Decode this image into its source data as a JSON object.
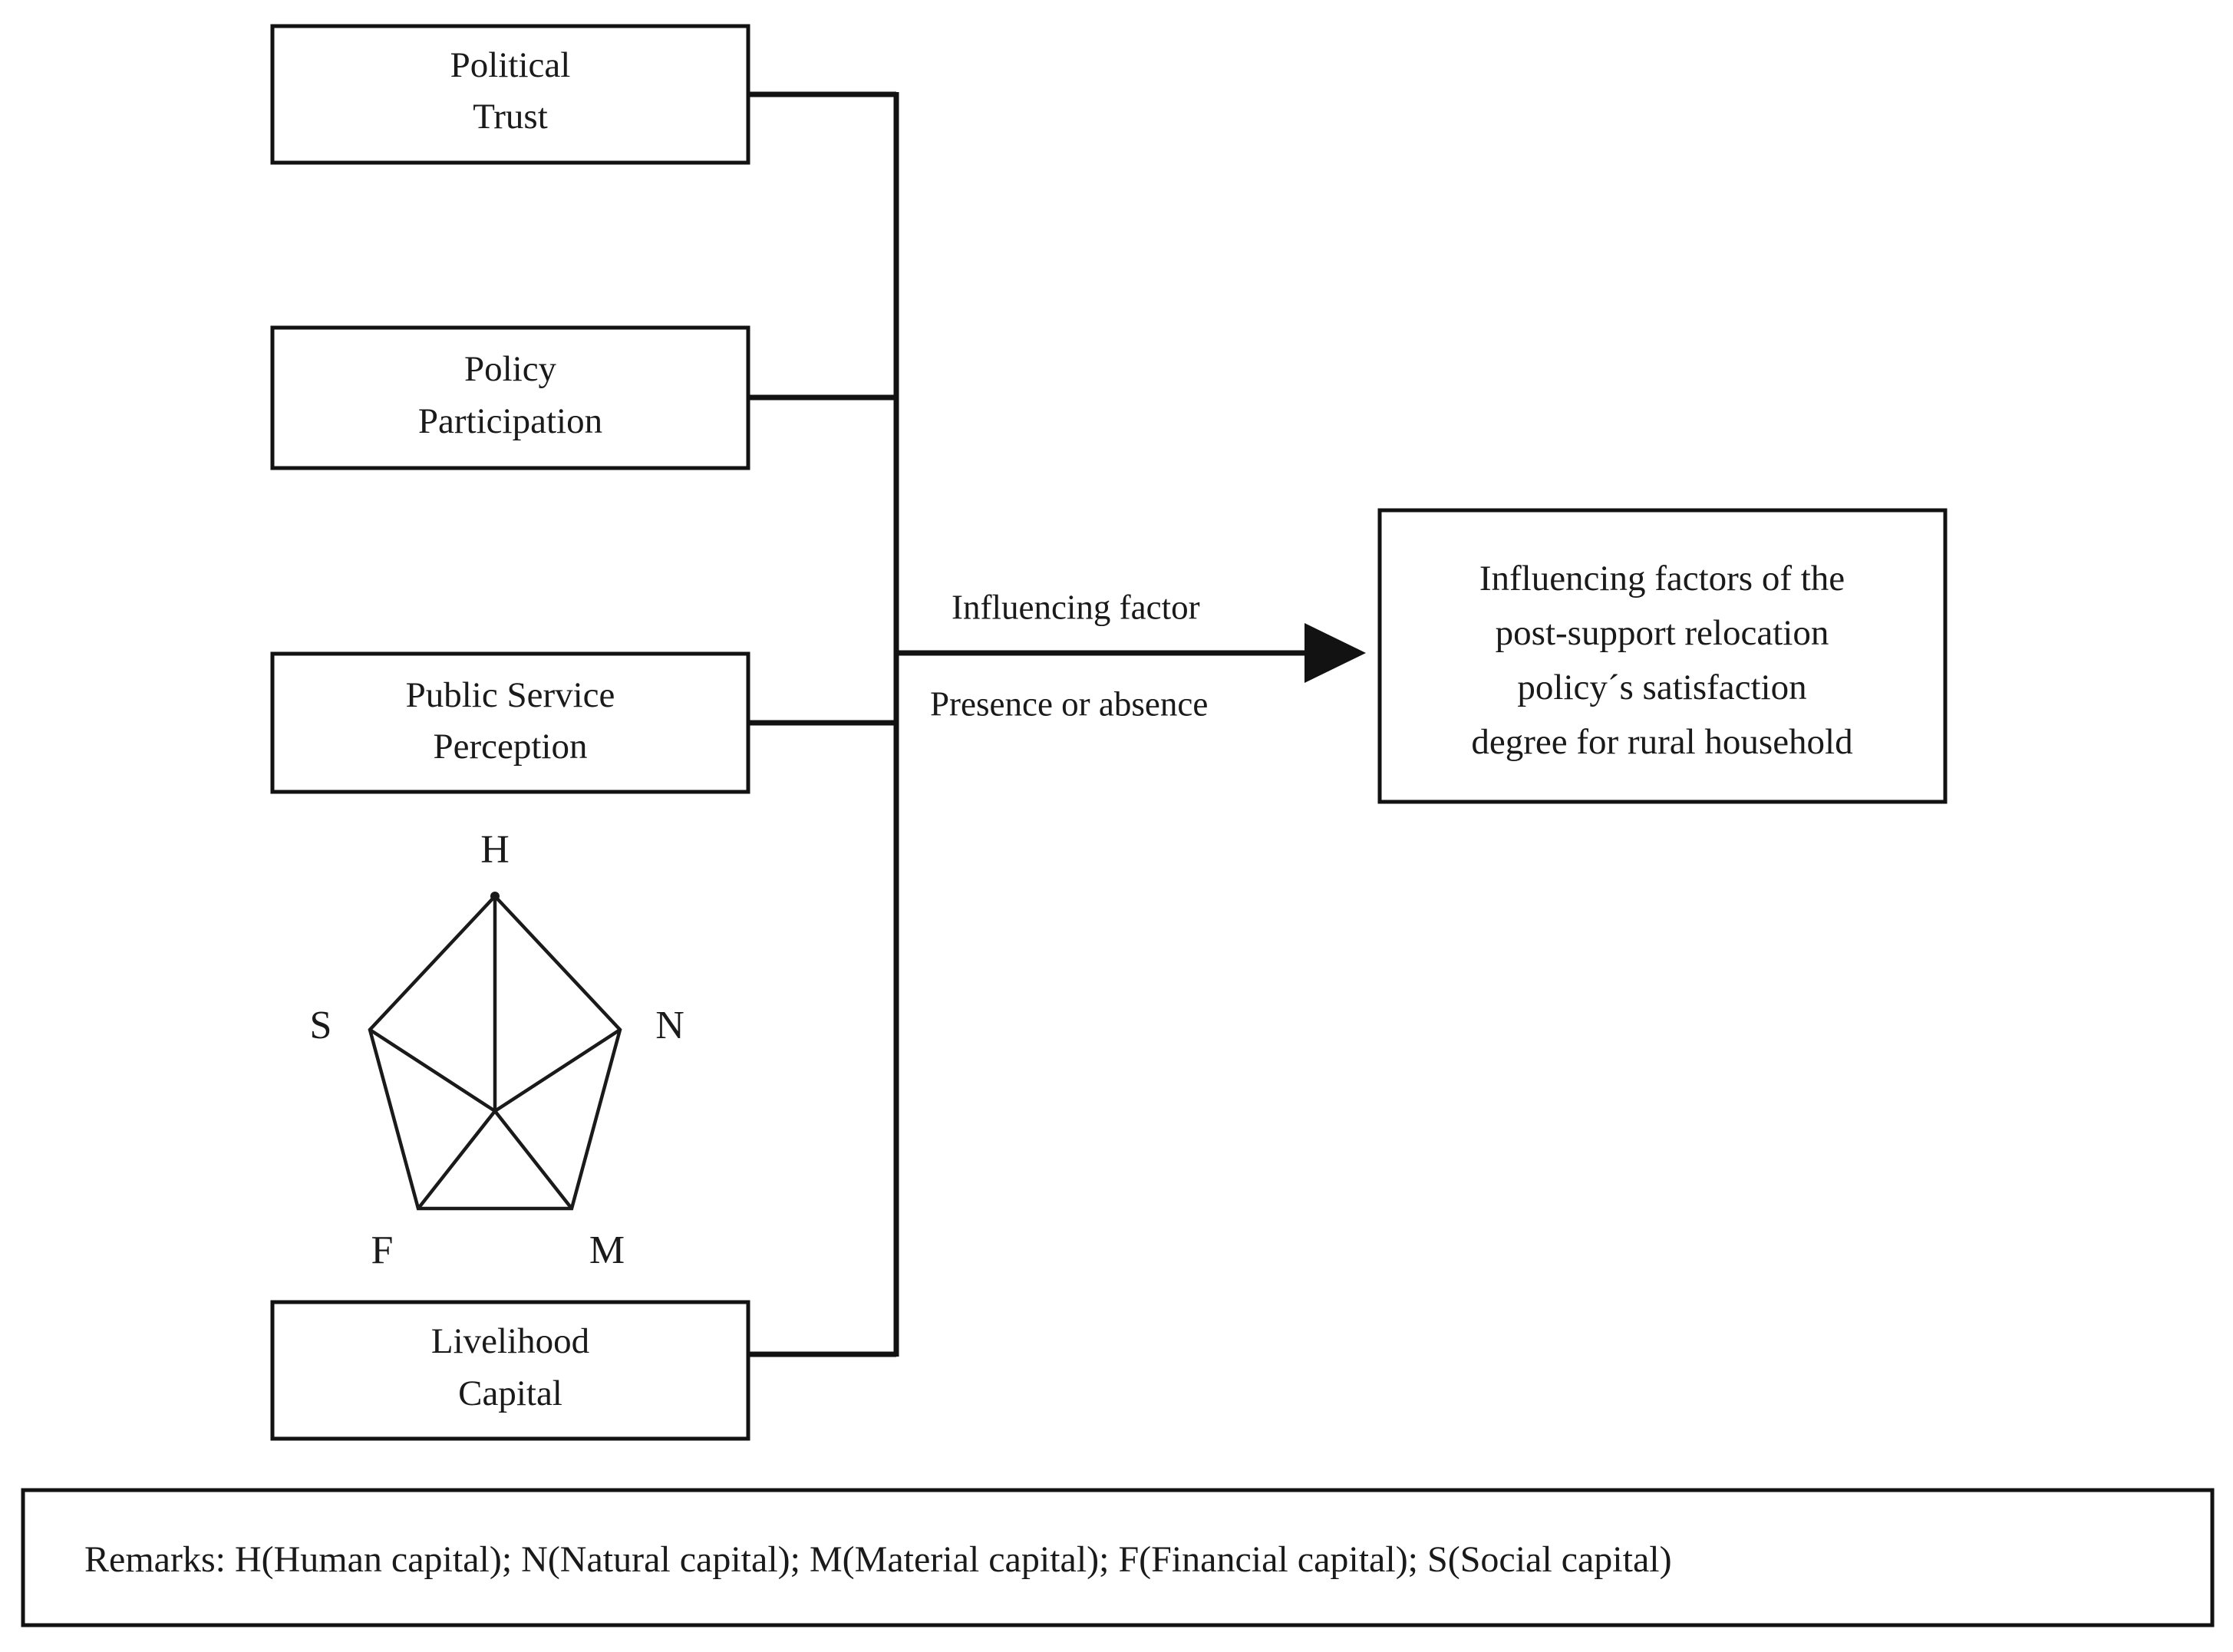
{
  "figure": {
    "type": "flow-diagram",
    "background": "#ffffff",
    "line_color": "#121212",
    "text_color": "#1a1a1a"
  },
  "factor_boxes": [
    {
      "id": "political-trust",
      "lines": [
        "Political",
        "Trust"
      ]
    },
    {
      "id": "policy-participation",
      "lines": [
        "Policy",
        "Participation"
      ]
    },
    {
      "id": "public-service-perception",
      "lines": [
        "Public Service",
        "Perception"
      ]
    },
    {
      "id": "livelihood-capital",
      "lines": [
        "Livelihood",
        "Capital"
      ]
    }
  ],
  "arrow": {
    "label_above": "Influencing factor",
    "label_below": "Presence or absence"
  },
  "target_box": {
    "id": "satisfaction-outcome",
    "lines": [
      "Influencing factors of the",
      "post-support relocation",
      "policy´s satisfaction",
      "degree for rural household"
    ]
  },
  "pentagon": {
    "title": "livelihood capital pentagon",
    "vertices": [
      {
        "key": "H",
        "label": "H",
        "position": "top"
      },
      {
        "key": "N",
        "label": "N",
        "position": "right"
      },
      {
        "key": "M",
        "label": "M",
        "position": "bottom-right"
      },
      {
        "key": "F",
        "label": "F",
        "position": "bottom-left"
      },
      {
        "key": "S",
        "label": "S",
        "position": "left"
      }
    ]
  },
  "remarks": {
    "text": "Remarks: H(Human capital); N(Natural capital); M(Material capital); F(Financial capital); S(Social capital)"
  }
}
